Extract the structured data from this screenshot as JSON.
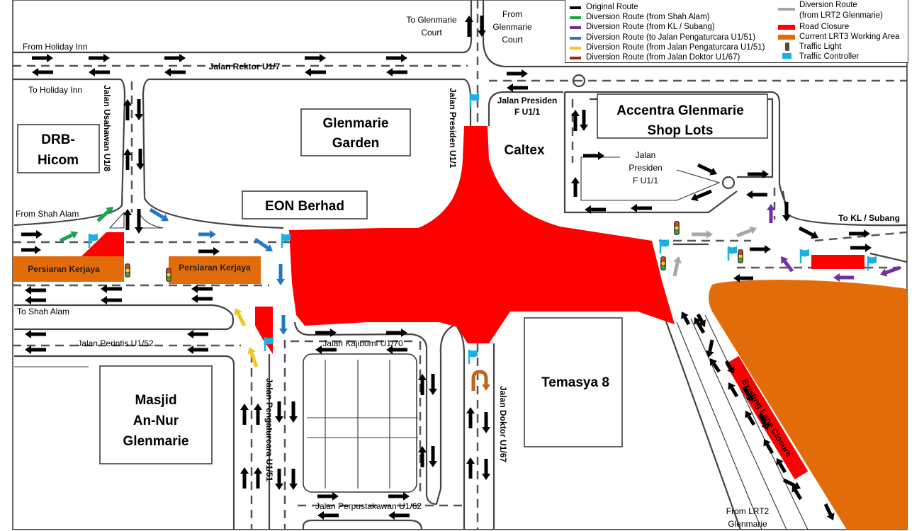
{
  "colors": {
    "original": "#000000",
    "from_shah_alam": "#1fa24a",
    "from_kl_subang": "#7030a0",
    "to_pengaturcara": "#1f78c1",
    "from_pengaturcara": "#f5c518",
    "from_doktor": "#b01c1c",
    "from_lrt2": "#a6a6a6",
    "road_closure": "#ff0000",
    "lrt3_area": "#e36c0a",
    "controller": "#19b0e8",
    "uturn": "#c0651a"
  },
  "legend": {
    "items": [
      {
        "key": "original",
        "label": "Original Route"
      },
      {
        "key": "from_shah_alam",
        "label": "Diversion Route (from Shah Alam)"
      },
      {
        "key": "from_kl_subang",
        "label": "Diversion Route (from KL / Subang)"
      },
      {
        "key": "to_pengaturcara",
        "label": "Diversion Route (to Jalan Pengaturcara U1/51)"
      },
      {
        "key": "from_pengaturcara",
        "label": "Diversion Route (from Jalan Pengaturcara U1/51)"
      },
      {
        "key": "from_doktor",
        "label": "Diversion Route (from Jalan Doktor U1/67)"
      }
    ],
    "items_right": [
      {
        "key": "from_lrt2",
        "label": "Diversion Route",
        "label2": "(from LRT2 Glenmarie)"
      },
      {
        "key": "road_closure",
        "label": "Road Closure"
      },
      {
        "key": "lrt3_area",
        "label": "Current LRT3 Working Area"
      },
      {
        "key": "traffic_light",
        "label": "Traffic Light",
        "icon": "traffic-light-icon"
      },
      {
        "key": "traffic_controller",
        "label": "Traffic Controller",
        "icon": "flag-icon"
      }
    ]
  },
  "roads": {
    "rektor": "Jalan Rektor U1/7",
    "usahawan": "Jalan Usahawan U1/8",
    "presiden_u11": "Jalan Presiden U1/1",
    "presiden_f_top_1": "Jalan Presiden",
    "presiden_f_top_2": "F U1/1",
    "presiden_f_inner_1": "Jalan",
    "presiden_f_inner_2": "Presiden",
    "presiden_f_inner_3": "F U1/1",
    "kerjaya_left": "Persiaran Kerjaya",
    "kerjaya_right": "Persiaran Kerjaya",
    "perintis": "Jalan Perintis U1/52",
    "kajibumi": "Jalan Kajibumi U1/70",
    "pengaturcara": "Jalan Pengaturcara U1/51",
    "doktor": "Jalan Doktor U1/67",
    "perpustakawan": "Jalan Perpustakawan U1/62"
  },
  "directions": {
    "from_holiday_inn": "From Holiday Inn",
    "to_holiday_inn": "To Holiday Inn",
    "to_glenmarie_court_1": "To Glenmarie",
    "to_glenmarie_court_2": "Court",
    "from_glenmarie_court_1": "From",
    "from_glenmarie_court_2": "Glenmarie",
    "from_glenmarie_court_3": "Court",
    "from_shah_alam": "From Shah Alam",
    "to_shah_alam": "To Shah Alam",
    "to_kl_subang": "To KL / Subang",
    "from_lrt2_1": "From LRT2",
    "from_lrt2_2": "Glenmarie"
  },
  "buildings": {
    "drb_1": "DRB-",
    "drb_2": "Hicom",
    "glenmarie_garden_1": "Glenmarie",
    "glenmarie_garden_2": "Garden",
    "caltex": "Caltex",
    "accentra_1": "Accentra Glenmarie",
    "accentra_2": "Shop Lots",
    "eon": "EON Berhad",
    "masjid_1": "Masjid",
    "masjid_2": "An-Nur",
    "masjid_3": "Glenmarie",
    "temasya": "Temasya 8"
  },
  "lrt3": {
    "closure_label": "Existing Lane Closure"
  }
}
